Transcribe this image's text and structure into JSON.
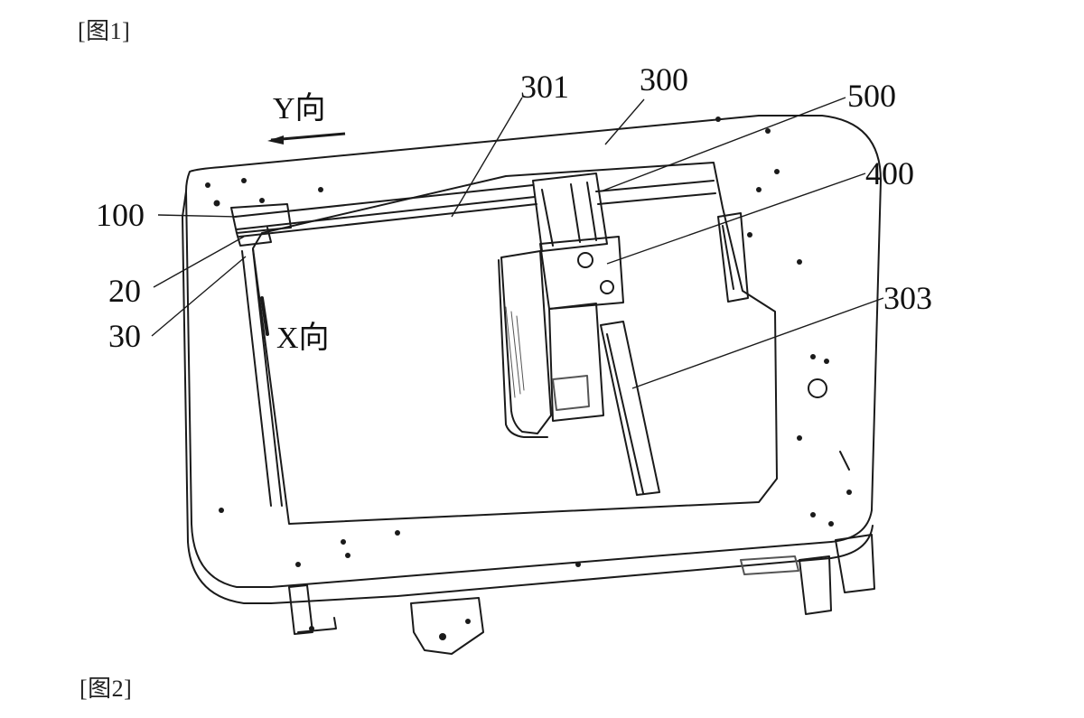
{
  "figures": [
    {
      "label": "[图1]"
    },
    {
      "label": "[图2]"
    }
  ],
  "axes": {
    "y_direction": "Y向",
    "x_direction": "X向"
  },
  "callouts": {
    "c301": "301",
    "c300": "300",
    "c500": "500",
    "c400": "400",
    "c100": "100",
    "c20": "20",
    "c30": "30",
    "c303": "303"
  },
  "colors": {
    "line": "#1a1a1a",
    "light_line": "#555555",
    "background": "#ffffff"
  }
}
